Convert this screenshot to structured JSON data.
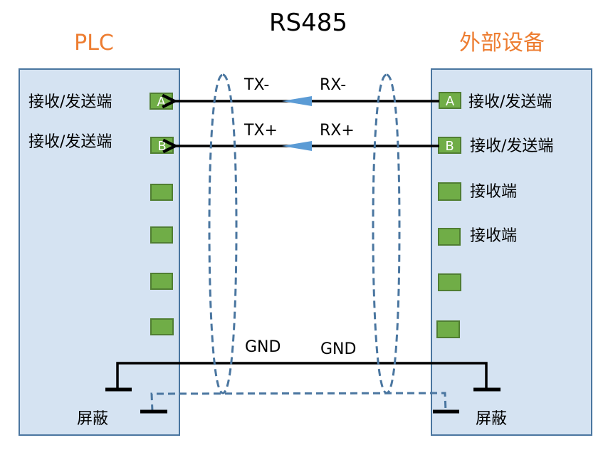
{
  "title": "RS485",
  "colors": {
    "device_fill": "#D5E3F2",
    "device_border": "#4A76A0",
    "pin_fill": "#70AD47",
    "pin_border": "#507E32",
    "title_accent": "#ED7D31",
    "wire": "#000000",
    "shield_dash": "#4A76A0",
    "arrow_fill": "#5B9BD5"
  },
  "left_device": {
    "name": "PLC",
    "pins": [
      {
        "letter": "A",
        "label": "接收/发送端"
      },
      {
        "letter": "B",
        "label": "接收/发送端"
      },
      {
        "letter": "",
        "label": ""
      },
      {
        "letter": "",
        "label": ""
      },
      {
        "letter": "",
        "label": ""
      },
      {
        "letter": "",
        "label": ""
      }
    ],
    "shield_label": "屏蔽"
  },
  "right_device": {
    "name": "外部设备",
    "pins": [
      {
        "letter": "A",
        "label": "接收/发送端"
      },
      {
        "letter": "B",
        "label": "接收/发送端"
      },
      {
        "letter": "",
        "label": "接收端"
      },
      {
        "letter": "",
        "label": "接收端"
      },
      {
        "letter": "",
        "label": ""
      },
      {
        "letter": "",
        "label": ""
      }
    ],
    "shield_label": "屏蔽"
  },
  "signals": {
    "line1_left": "TX-",
    "line1_right": "RX-",
    "line2_left": "TX+",
    "line2_right": "RX+",
    "gnd_left": "GND",
    "gnd_right": "GND"
  }
}
